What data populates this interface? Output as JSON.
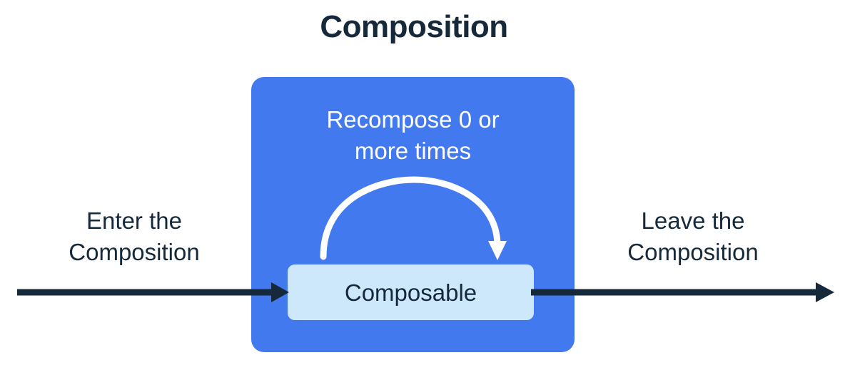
{
  "diagram": {
    "title": "Composition",
    "colors": {
      "background": "#ffffff",
      "composition_fill": "#4279ee",
      "composable_fill": "#cde8fb",
      "ink": "#16293a",
      "loop_arrow": "#ffffff"
    },
    "composition_region": {
      "name": "Composition",
      "recompose_label": {
        "line1": "Recompose 0 or",
        "line2": "more times"
      },
      "loop_arrow_name": "recompose-loop-arrow",
      "node": {
        "label": "Composable"
      }
    },
    "enter_flow": {
      "caption_line1": "Enter the",
      "caption_line2": "Composition",
      "arrow_name": "enter-composition-arrow",
      "direction": "right"
    },
    "leave_flow": {
      "caption_line1": "Leave the",
      "caption_line2": "Composition",
      "arrow_name": "leave-composition-arrow",
      "direction": "right"
    }
  }
}
